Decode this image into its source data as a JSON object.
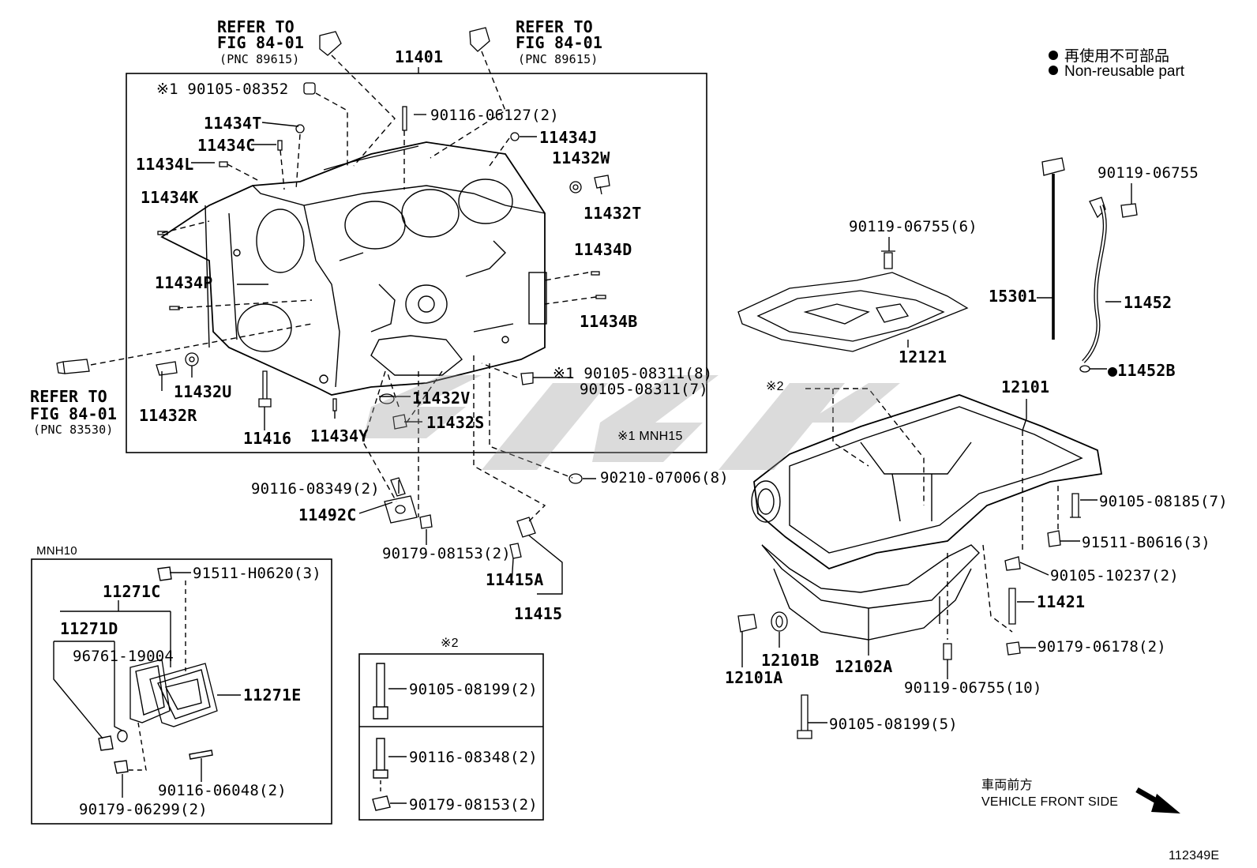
{
  "legend": {
    "jp": "再使用不可部品",
    "en": "Non-reusable part"
  },
  "diagram_id": "112349E",
  "front_side": {
    "jp": "車両前方",
    "en": "VEHICLE FRONT SIDE"
  },
  "refs": {
    "r1": {
      "l1": "REFER TO",
      "l2": "FIG 84-01",
      "l3": "(PNC 89615)"
    },
    "r2": {
      "l1": "REFER TO",
      "l2": "FIG 84-01",
      "l3": "(PNC 89615)"
    },
    "r3": {
      "l1": "REFER TO",
      "l2": "FIG 84-01",
      "l3": "(PNC 83530)"
    }
  },
  "frames": {
    "mnh10": "MNH10",
    "note1": "※1 MNH15",
    "star2": "※2"
  },
  "labels": {
    "p11401": "11401",
    "p90105_08352": "※1 90105-08352",
    "p90116_06127": "90116-06127(2)",
    "p11434T": "11434T",
    "p11434C": "11434C",
    "p11434L": "11434L",
    "p11434K": "11434K",
    "p11434J": "11434J",
    "p11432W": "11432W",
    "p11432T": "11432T",
    "p11434D": "11434D",
    "p11434P": "11434P",
    "p11434B": "11434B",
    "p11432R": "11432R",
    "p11432U": "11432U",
    "p11416": "11416",
    "p11434Y": "11434Y",
    "p11432V": "11432V",
    "p11432S": "11432S",
    "p90105_08311a": "※1 90105-08311(8)",
    "p90105_08311b": "90105-08311(7)",
    "p90116_08349": "90116-08349(2)",
    "p11492C": "11492C",
    "p90179_08153a": "90179-08153(2)",
    "p90210_07006": "90210-07006(8)",
    "p11415A": "11415A",
    "p11415": "11415",
    "p91511_H0620": "91511-H0620(3)",
    "p11271C": "11271C",
    "p11271D": "11271D",
    "p96761_19004": "96761-19004",
    "p11271E": "11271E",
    "p90116_06048": "90116-06048(2)",
    "p90179_06299": "90179-06299(2)",
    "p90105_08199a": "90105-08199(2)",
    "p90116_08348": "90116-08348(2)",
    "p90179_08153b": "90179-08153(2)",
    "p90119_06755a": "90119-06755(6)",
    "p12121": "12121",
    "p90119_06755b": "90119-06755",
    "p15301": "15301",
    "p11452": "11452",
    "p11452B": "●11452B",
    "p12101": "12101",
    "p90105_08185": "90105-08185(7)",
    "p91511_B0616": "91511-B0616(3)",
    "p90105_10237": "90105-10237(2)",
    "p11421": "11421",
    "p90179_06178": "90179-06178(2)",
    "p12101A": "12101A",
    "p12101B": "12101B",
    "p12102A": "12102A",
    "p90119_06755c": "90119-06755(10)",
    "p90105_08199b": "90105-08199(5)",
    "p_star2": "※2"
  }
}
